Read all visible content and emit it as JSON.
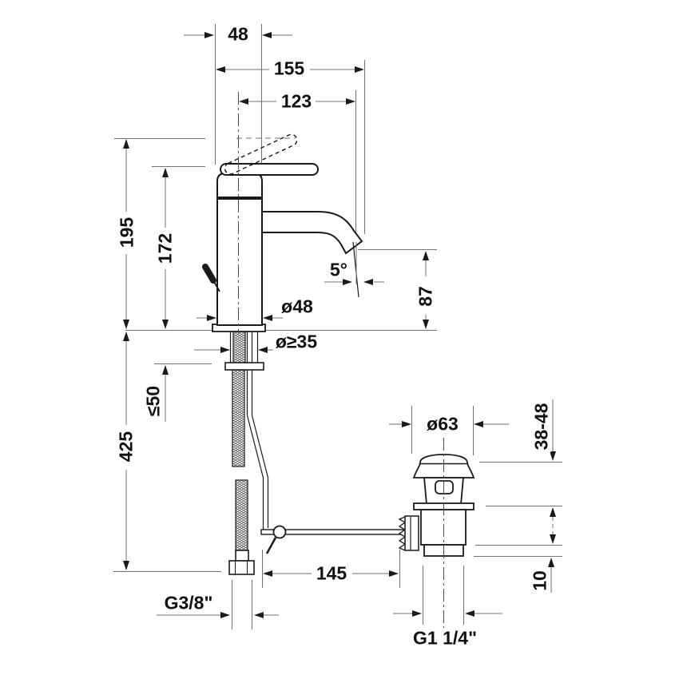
{
  "drawing": {
    "subject": "single-lever-basin-mixer-with-pop-up-waste-dimension-drawing",
    "colors": {
      "background": "#ffffff",
      "object_line": "#1a1a1a",
      "dimension_line": "#707070",
      "text": "#111111"
    },
    "dimensions": {
      "handle_width": "48",
      "total_projection": "155",
      "spout_reach": "123",
      "total_height": "195",
      "body_height": "172",
      "spout_angle": "5°",
      "body_diameter": "ø48",
      "spout_outlet_height": "87",
      "mounting_hole_diameter": "ø≥35",
      "max_deck_thickness": "≤50",
      "hose_length": "425",
      "waste_flange_diameter": "ø63",
      "waste_adjust_range": "38-48",
      "rod_length": "145",
      "tailpiece_length": "10",
      "supply_thread": "G3/8\"",
      "waste_thread": "G1 1/4\""
    }
  }
}
